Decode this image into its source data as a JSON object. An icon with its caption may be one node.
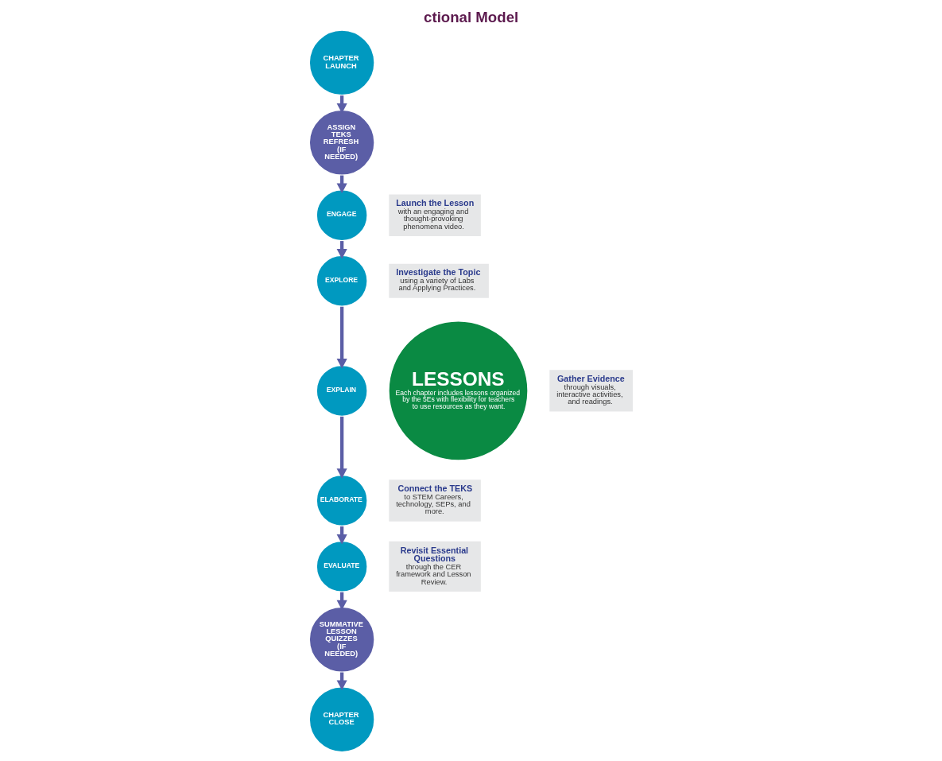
{
  "diagram": {
    "title": "ctional Model",
    "nodes": [
      {
        "text": [
          "CHAPTER LAUNCH"
        ]
      },
      {
        "text": [
          "ASSIGN TEKS REFRESH (IF NEEDED)"
        ]
      },
      {
        "text": [
          "LESSONS",
          "Each chapter includes lessons organized by the 5Es with flexibility for teachers to use resources as they want."
        ]
      },
      {
        "text": [
          "ENGAGE"
        ]
      },
      {
        "text": [
          "EXPLORE"
        ]
      },
      {
        "text": [
          "EXPLAIN"
        ]
      },
      {
        "text": [
          "ELABORATE"
        ]
      },
      {
        "text": [
          "EVALUATE"
        ]
      },
      {
        "text": [
          "SUMMATIVE LESSON QUIZZES (IF NEEDED)"
        ]
      },
      {
        "text": [
          "CHAPTER CLOSE"
        ]
      },
      {
        "text": [
          "Launch the Lesson",
          "with an engaging and thought-provoking phenomena video."
        ]
      },
      {
        "text": [
          "Investigate the Topic",
          "using a variety of Labs and Applying Practices."
        ]
      },
      {
        "text": [
          "Gather Evidence",
          "through visuals, interactive activities, and readings."
        ]
      },
      {
        "text": [
          "Connect the TEKS",
          "to STEM Careers, technology, SEPs, and more."
        ]
      },
      {
        "text": [
          "Revisit Essential Questions",
          "through the CER framework and Lesson Review."
        ]
      }
    ],
    "edges": [
      {
        "from": 0,
        "to": 1,
        "arrow": "to"
      },
      {
        "from": 1,
        "to": 3,
        "arrow": "to"
      },
      {
        "from": 3,
        "to": 4,
        "arrow": "to"
      },
      {
        "from": 4,
        "to": 5,
        "arrow": "to"
      },
      {
        "from": 5,
        "to": 6,
        "arrow": "to"
      },
      {
        "from": 6,
        "to": 7,
        "arrow": "to"
      },
      {
        "from": 7,
        "to": 8,
        "arrow": "to"
      },
      {
        "from": 8,
        "to": 9,
        "arrow": "to"
      }
    ]
  }
}
